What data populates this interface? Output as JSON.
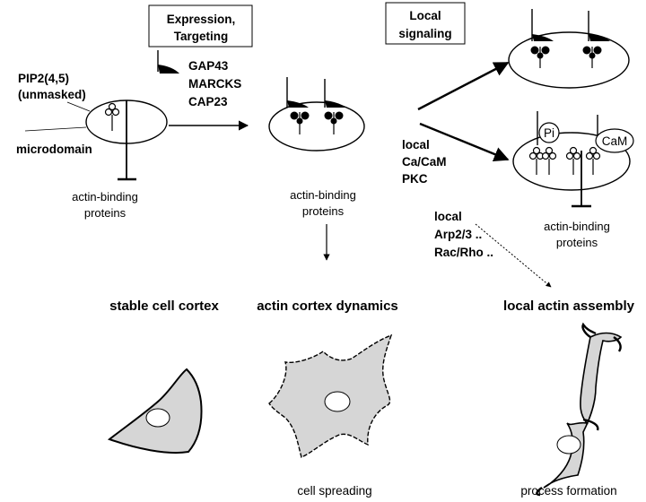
{
  "boxes": {
    "expression_line1": "Expression,",
    "expression_line2": "Targeting",
    "local_signaling_line1": "Local",
    "local_signaling_line2": "signaling"
  },
  "left": {
    "pip2_line1": "PIP2(4,5)",
    "pip2_line2": "(unmasked)",
    "microdomain": "microdomain",
    "actin_line1": "actin-binding",
    "actin_line2": "proteins"
  },
  "proteins": [
    "GAP43",
    "MARCKS",
    "CAP23"
  ],
  "middle": {
    "actin_line1": "actin-binding",
    "actin_line2": "proteins"
  },
  "signals": {
    "ca_group": [
      "local",
      "Ca/CaM",
      "PKC"
    ],
    "arp_group": [
      "local",
      "Arp2/3 ..",
      "Rac/Rho .."
    ]
  },
  "right": {
    "pi": "Pi",
    "cam": "CaM",
    "actin_line1": "actin-binding",
    "actin_line2": "proteins"
  },
  "states": {
    "stable": "stable cell cortex",
    "dynamics": "actin cortex dynamics",
    "assembly": "local actin assembly"
  },
  "captions": {
    "spreading": "cell spreading",
    "process": "process formation"
  }
}
